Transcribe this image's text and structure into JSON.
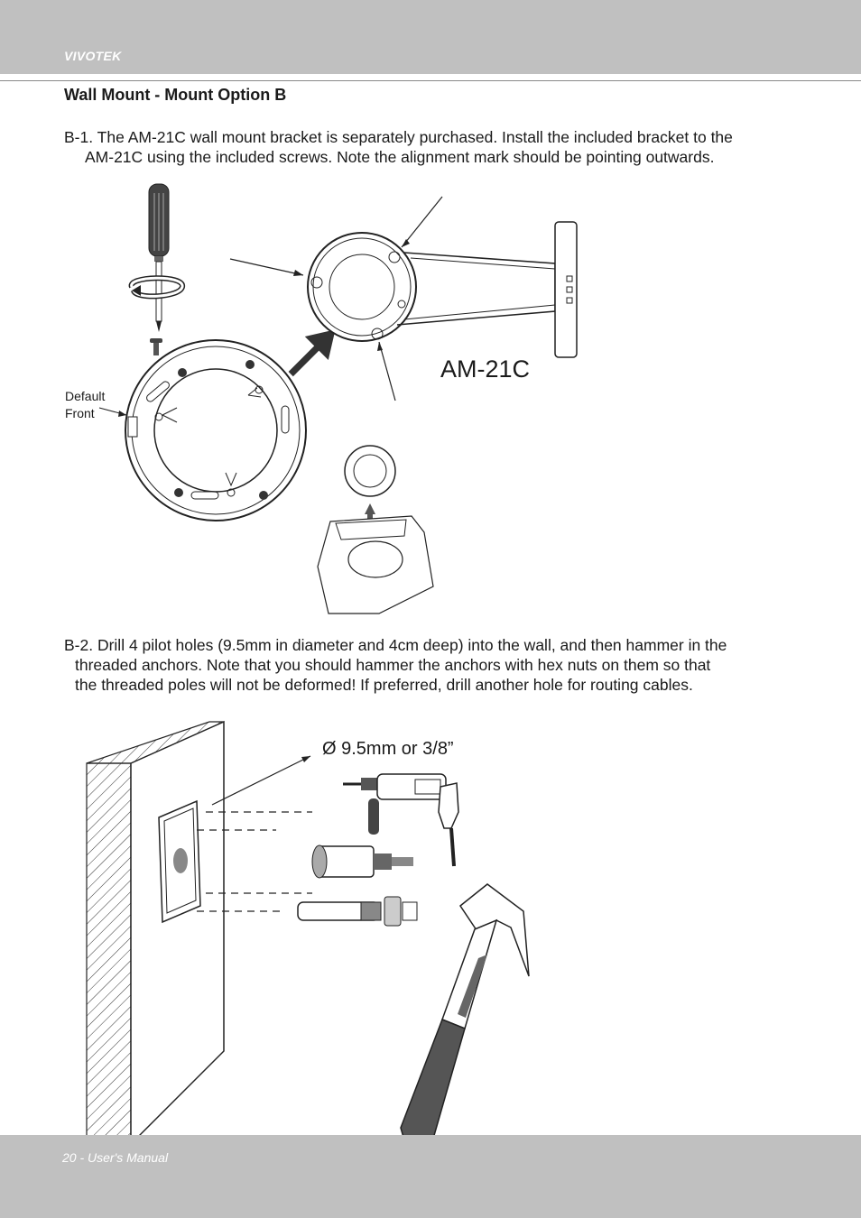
{
  "header": {
    "brand": "VIVOTEK"
  },
  "section_title": "Wall Mount - Mount Option B",
  "steps": [
    {
      "lines": [
        "B-1. The AM-21C wall mount bracket is separately purchased. Install the included bracket to the",
        "AM-21C using the included screws. Note the alignment mark should be pointing outwards."
      ]
    },
    {
      "lines": [
        "B-2. Drill 4 pilot holes (9.5mm in diameter and 4cm deep) into the wall, and then hammer in the",
        "threaded anchors. Note that you should hammer the anchors with hex nuts on them so that",
        "the threaded poles will not be deformed! If preferred, drill another hole for routing cables."
      ]
    }
  ],
  "figure1": {
    "model_label": "AM-21C",
    "front_label_line1": "Default",
    "front_label_line2": "Front"
  },
  "figure2": {
    "diameter_label": "Ø 9.5mm or 3/8”"
  },
  "footer": {
    "page_label": "20 - User's Manual"
  },
  "colors": {
    "band": "#c0c0c0",
    "brand_text": "#ffffff",
    "arrow": "#333333"
  }
}
